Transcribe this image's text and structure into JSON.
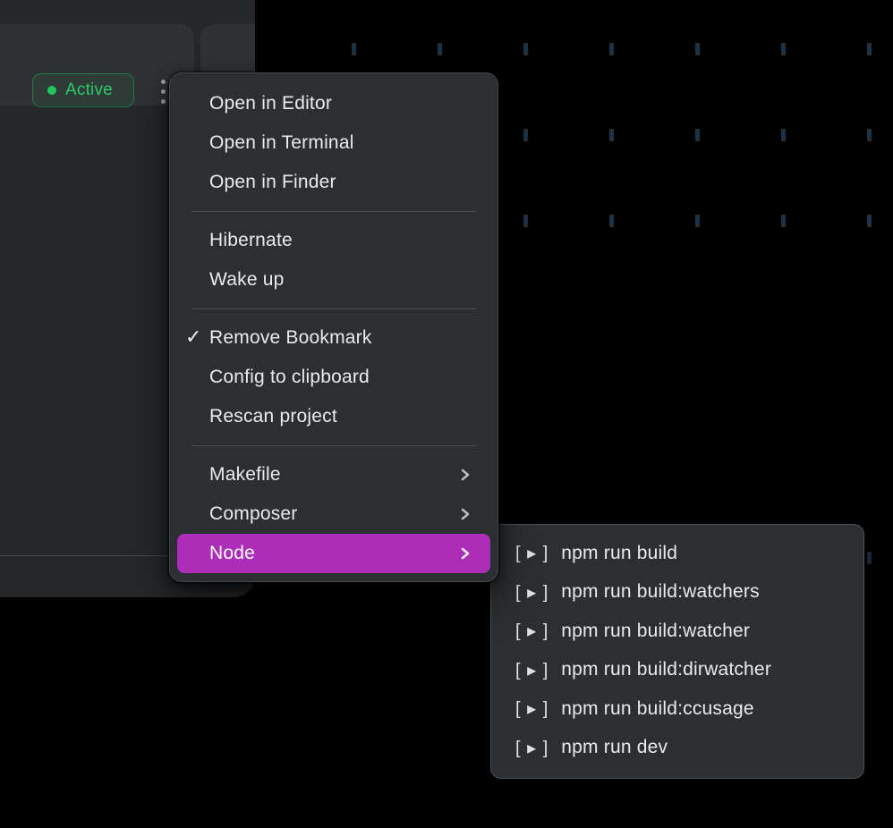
{
  "project_card": {
    "status_badge": {
      "label": "Active"
    }
  },
  "context_menu": {
    "groups": [
      {
        "items": [
          {
            "label": "Open in Editor"
          },
          {
            "label": "Open in Terminal"
          },
          {
            "label": "Open in Finder"
          }
        ]
      },
      {
        "items": [
          {
            "label": "Hibernate"
          },
          {
            "label": "Wake up"
          }
        ]
      },
      {
        "items": [
          {
            "label": "Remove Bookmark",
            "checked": true,
            "check_glyph": "✓"
          },
          {
            "label": "Config to clipboard"
          },
          {
            "label": "Rescan project"
          }
        ]
      },
      {
        "items": [
          {
            "label": "Makefile",
            "has_submenu": true
          },
          {
            "label": "Composer",
            "has_submenu": true
          },
          {
            "label": "Node",
            "has_submenu": true,
            "highlighted": true
          }
        ]
      }
    ]
  },
  "node_submenu": {
    "items": [
      {
        "prefix": "[ ▸ ]",
        "label": "npm run build"
      },
      {
        "prefix": "[ ▸ ]",
        "label": "npm run build:watchers"
      },
      {
        "prefix": "[ ▸ ]",
        "label": "npm run build:watcher"
      },
      {
        "prefix": "[ ▸ ]",
        "label": "npm run build:dirwatcher"
      },
      {
        "prefix": "[ ▸ ]",
        "label": "npm run build:ccusage"
      },
      {
        "prefix": "[ ▸ ]",
        "label": "npm run dev"
      }
    ]
  },
  "colors": {
    "page_background": "#000000",
    "panel_background": "#252729",
    "card_background": "#2f3234",
    "menu_background": "#2c2f31",
    "menu_highlight": "#ab2db8",
    "active_green": "#22c55e",
    "dash_gray": "#2a2f34",
    "dash_blue": "#17344f"
  }
}
